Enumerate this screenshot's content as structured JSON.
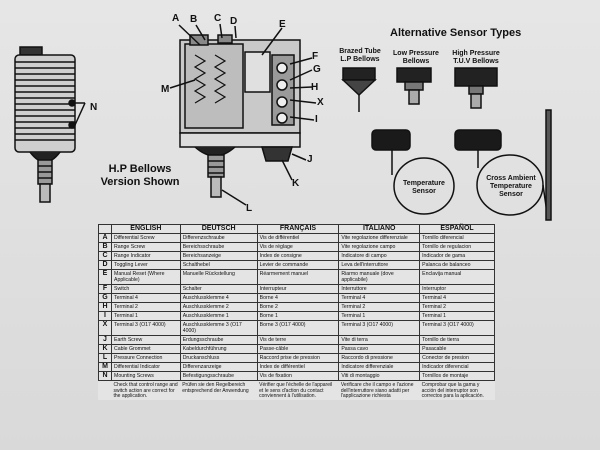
{
  "diagram": {
    "part_labels": [
      "A",
      "B",
      "C",
      "D",
      "E",
      "F",
      "G",
      "H",
      "X",
      "I",
      "J",
      "K",
      "L",
      "M",
      "N"
    ],
    "bellows_caption_line1": "H.P Bellows",
    "bellows_caption_line2": "Version Shown",
    "alt_title": "Alternative Sensor Types",
    "sensor_brazed_1": "Brazed Tube",
    "sensor_brazed_2": "L.P Bellows",
    "sensor_lp_1": "Low Pressure",
    "sensor_lp_2": "Bellows",
    "sensor_hp_1": "High Pressure",
    "sensor_hp_2": "T.U.V Bellows",
    "sensor_temp_1": "Temperature",
    "sensor_temp_2": "Sensor",
    "sensor_cross_1": "Cross Ambient",
    "sensor_cross_2": "Temperature",
    "sensor_cross_3": "Sensor"
  },
  "table": {
    "headers": [
      "ENGLISH",
      "DEUTSCH",
      "FRANÇAIS",
      "ITALIANO",
      "ESPAÑOL"
    ],
    "rows": [
      {
        "letter": "A",
        "cells": [
          "Differential Screw",
          "Differenzschraube",
          "Vis de différentiel",
          "Vite regolazione differenziale",
          "Tornillo diferencial"
        ]
      },
      {
        "letter": "B",
        "cells": [
          "Range Screw",
          "Bereichsschraube",
          "Vis de réglage",
          "Vite regolazione campo",
          "Tornillo de regulacion"
        ]
      },
      {
        "letter": "C",
        "cells": [
          "Range Indicator",
          "Bereichsanzeige",
          "Index de consigne",
          "Indicatore di campo",
          "Indicador de gama"
        ]
      },
      {
        "letter": "D",
        "cells": [
          "Toggling Lever",
          "Schalthebel",
          "Levier de commande",
          "Leva dell'interruttore",
          "Palanca de balanceo"
        ]
      },
      {
        "letter": "E",
        "cells": [
          "Manual Reset (Where Applicable)",
          "Manuelle Rückstellung",
          "Réarmement manuel",
          "Riarmo manuale (dove applicabile)",
          "Enclavija manual"
        ]
      },
      {
        "letter": "F",
        "cells": [
          "Switch",
          "Schalter",
          "Interrupteur",
          "Interruttore",
          "Interruptor"
        ]
      },
      {
        "letter": "G",
        "cells": [
          "Terminal 4",
          "Auschlussklemme 4",
          "Borne 4",
          "Terminal 4",
          "Terminal 4"
        ]
      },
      {
        "letter": "H",
        "cells": [
          "Terminal 2",
          "Auschlussklemme 2",
          "Borne 2",
          "Terminal 2",
          "Terminal 2"
        ]
      },
      {
        "letter": "I",
        "cells": [
          "Terminal 1",
          "Auschlussklemme 1",
          "Borne 1",
          "Terminal 1",
          "Terminal 1"
        ]
      },
      {
        "letter": "X",
        "cells": [
          "Terminal 3 (O17 4000)",
          "Auschlussklemme 3 (O17 4000)",
          "Borne 3 (O17 4000)",
          "Terminal 3 (O17 4000)",
          "Terminal 3 (O17 4000)"
        ]
      },
      {
        "letter": "J",
        "cells": [
          "Earth Screw",
          "Erdungsschraube",
          "Vis de terre",
          "Vite di terra",
          "Tornillo de tierra"
        ]
      },
      {
        "letter": "K",
        "cells": [
          "Cable Grommet",
          "Kabeldurchführung",
          "Passe-câble",
          "Passa cavo",
          "Pasacable"
        ]
      },
      {
        "letter": "L",
        "cells": [
          "Pressure Connection",
          "Druckanschluss",
          "Raccord prise de pression",
          "Raccordo di pressione",
          "Conector de presion"
        ]
      },
      {
        "letter": "M",
        "cells": [
          "Differential Indicator",
          "Differenzanzeige",
          "Index de différentiel",
          "Indicatore differenziale",
          "Indicador diferencial"
        ]
      },
      {
        "letter": "N",
        "cells": [
          "Mounting Screws",
          "Befestigungsschraube",
          "Vis de fixation",
          "Viti di montaggio",
          "Tornillos de montaje"
        ]
      }
    ],
    "footer": [
      "Check that control range and switch action are correct for the application.",
      "Prüfen sie den Regelbereich entsprechend der Anwendung",
      "Vérifier que l'échelle de l'appareil et le sens d'action du contact conviennent à l'utilisation.",
      "Verificare che il campo e l'azione dell'interruttore siano adatti per l'applicazione richiesta",
      "Comprobar que la gama y acción del interruptor son correctos para la aplicación."
    ]
  }
}
